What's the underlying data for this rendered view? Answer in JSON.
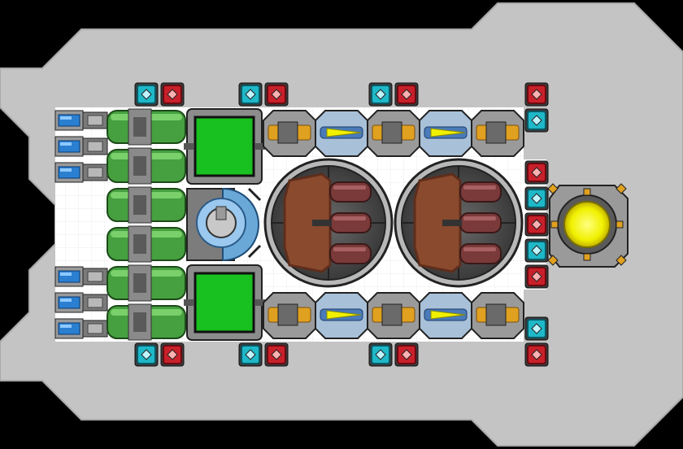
{
  "colors": {
    "background": "#000000",
    "hull": "#c4c4c4",
    "floor": "#ffffff",
    "floor_grid": "#e6e6e6",
    "cyan": "#1fb8c8",
    "red": "#c8202a",
    "metal": "#8a8a8a",
    "dark_metal": "#4a4a4a",
    "green": "#46a040",
    "bright_green": "#18c020",
    "blue": "#2a7fd0",
    "copper": "#8a4a2e",
    "copper_dark": "#5e2e1c",
    "gold": "#e0a020",
    "yellow": "#f0f000"
  },
  "ship": {
    "thrusters": {
      "count": 6,
      "icon": "thruster-icon"
    },
    "fuel_tanks": {
      "count": 6,
      "icon": "fuel-tank-icon"
    },
    "screens": {
      "count": 2,
      "icon": "monitor-screen-icon"
    },
    "shield_generator": {
      "icon": "shield-generator-icon"
    },
    "turbines": {
      "count": 2,
      "icon": "turbine-icon"
    },
    "weapon_rails": {
      "count": 10,
      "icon": "gun-rail-icon"
    },
    "reactor": {
      "icon": "reactor-core-icon"
    },
    "connectors": {
      "cyan_icon": "cyan-connector-icon",
      "red_icon": "red-connector-icon"
    }
  }
}
